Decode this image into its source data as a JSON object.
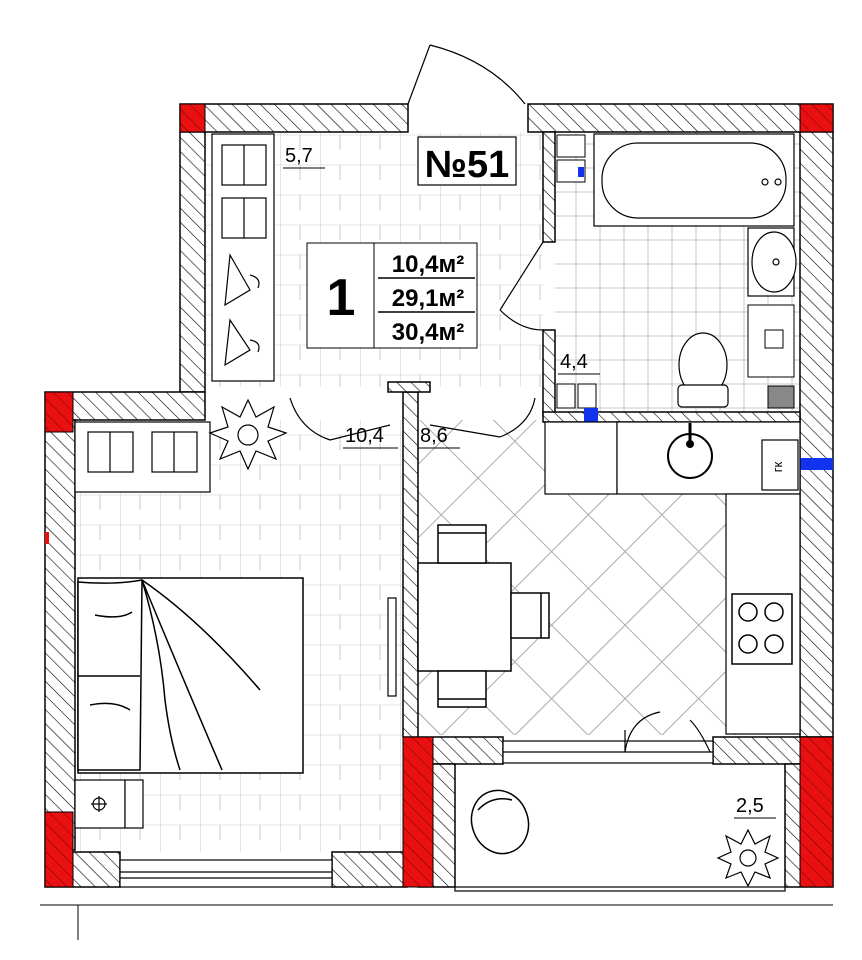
{
  "apartment": {
    "number_label": "№51",
    "rooms_count": "1",
    "living_area": "10,4м²",
    "total_area": "29,1м²",
    "total_area_with_balcony": "30,4м²"
  },
  "rooms": {
    "hallway_area": "5,7",
    "bathroom_area": "4,4",
    "bedroom_area": "10,4",
    "kitchen_area": "8,6",
    "balcony_area": "2,5"
  },
  "fixtures": {
    "shaft_tag": "гк"
  },
  "icons": [
    "wardrobe-icon",
    "hanger-icon",
    "plant-icon",
    "bathtub-icon",
    "sink-icon",
    "toilet-icon",
    "washer-icon",
    "stove-icon",
    "bed-icon",
    "nightstand-icon",
    "table-icon",
    "chair-icon",
    "armchair-icon",
    "door-icon"
  ],
  "colors": {
    "wall_hatch": "#000000",
    "bearing_wall": "#ee1111",
    "utility_marker": "#1133ee",
    "background": "#ffffff"
  }
}
